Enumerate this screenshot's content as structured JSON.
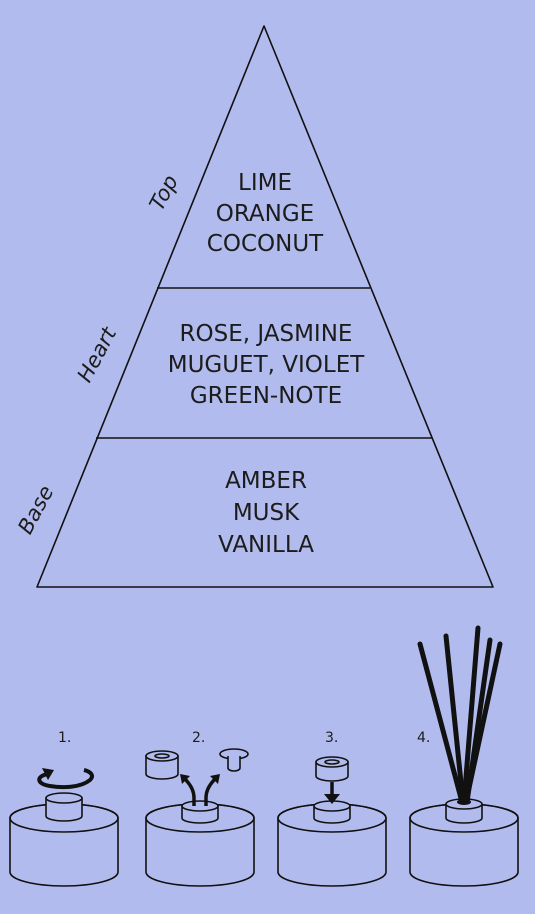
{
  "pyramid": {
    "tiers": [
      {
        "label": "Top",
        "notes": [
          "LIME",
          "ORANGE",
          "COCONUT"
        ]
      },
      {
        "label": "Heart",
        "notes": [
          "ROSE, JASMINE",
          "MUGUET, VIOLET",
          "GREEN-NOTE"
        ]
      },
      {
        "label": "Base",
        "notes": [
          "AMBER",
          "MUSK",
          "VANILLA"
        ]
      }
    ]
  },
  "steps": [
    {
      "number": "1."
    },
    {
      "number": "2."
    },
    {
      "number": "3."
    },
    {
      "number": "4."
    }
  ],
  "colors": {
    "background": "#b2bbed",
    "line": "#111111"
  }
}
